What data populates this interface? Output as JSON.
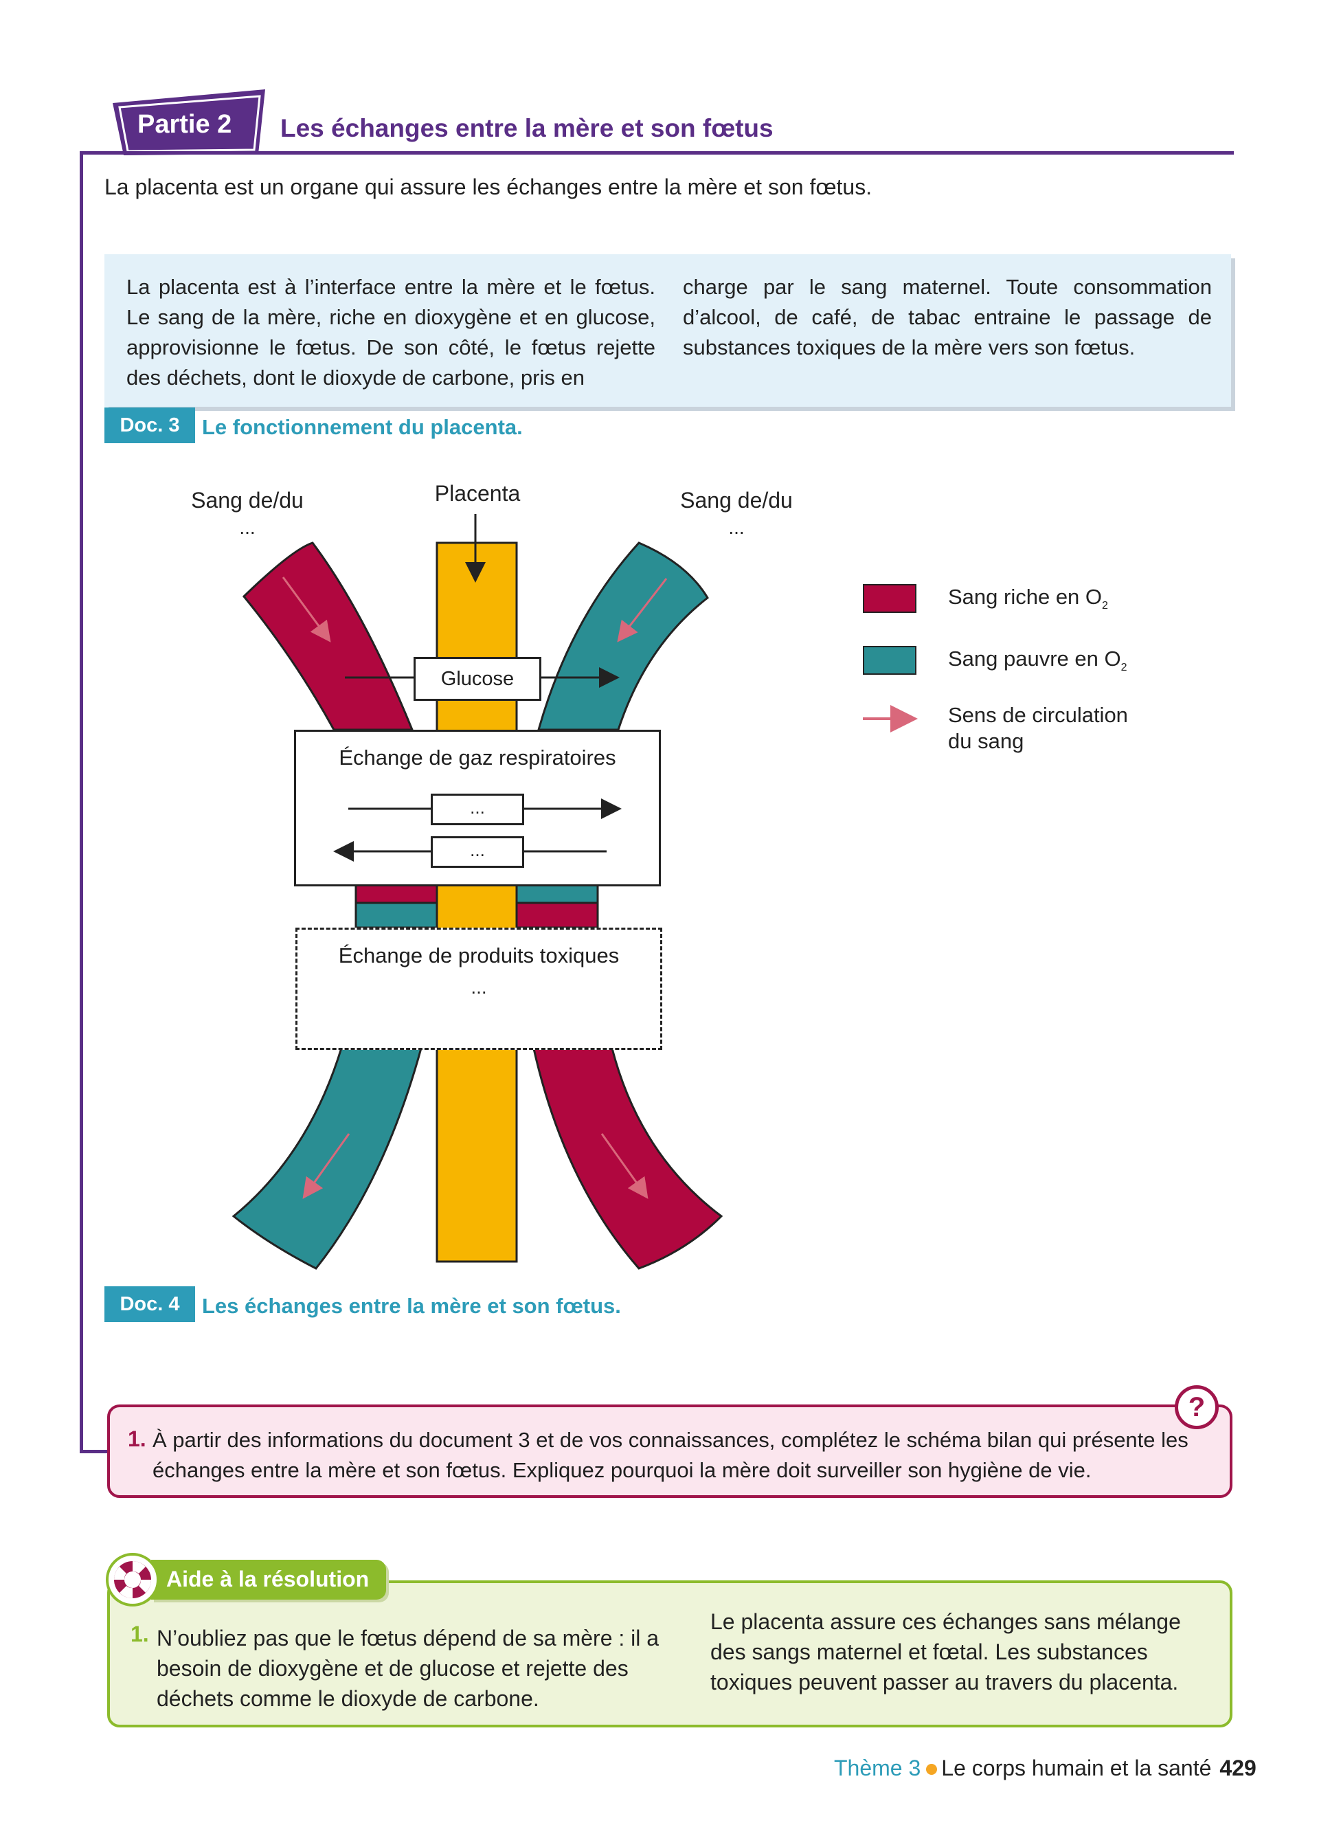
{
  "header": {
    "part_label": "Partie 2",
    "title": "Les échanges entre la mère et son fœtus"
  },
  "intro": "La placenta est un organe qui assure les échanges entre la mère et son fœtus.",
  "info_box": {
    "col1": "La placenta est à l’interface entre la mère et le fœtus. Le sang de la mère, riche en dioxygène et en glucose, approvisionne le fœtus. De son côté, le fœtus rejette des déchets, dont le dioxyde de carbone, pris en",
    "col2": "charge par le sang maternel. Toute consommation d’alcool, de café, de tabac entraine le passage de substances toxiques de la mère vers son fœtus."
  },
  "doc3": {
    "badge": "Doc. 3",
    "title": "Le fonctionnement du placenta."
  },
  "diagram": {
    "left_label": "Sang de/du",
    "left_dots": "...",
    "center_label": "Placenta",
    "right_label": "Sang de/du",
    "right_dots": "...",
    "glucose": "Glucose",
    "gaz_title": "Échange de gaz respiratoires",
    "gaz_blank1": "...",
    "gaz_blank2": "...",
    "tox_title": "Échange de produits toxiques",
    "tox_dots": "...",
    "colors": {
      "rich": "#b0073f",
      "poor": "#2a8e93",
      "placenta": "#f7b500",
      "arrow": "#d9687b"
    }
  },
  "legend": {
    "rich": "Sang riche en O",
    "rich_sub": "2",
    "poor": "Sang pauvre en O",
    "poor_sub": "2",
    "flow_line1": "Sens de circulation",
    "flow_line2": "du sang"
  },
  "doc4": {
    "badge": "Doc. 4",
    "title": "Les échanges entre la mère et son fœtus."
  },
  "question": {
    "number": "1.",
    "text": "À partir des informations du document 3 et de vos connaissances, complétez le schéma bilan qui présente les échanges entre la mère et son fœtus. Expliquez pourquoi la mère doit surveiller son hygiène de vie.",
    "icon": "?"
  },
  "help": {
    "title": "Aide à la résolution",
    "number": "1.",
    "col1": "N’oubliez pas que le fœtus dépend de sa mère : il a besoin de dioxygène et de glucose et rejette des déchets comme le dioxyde de carbone.",
    "col2": "Le placenta assure ces échanges sans mélange des sangs maternel et fœtal. Les substances toxiques peuvent passer au travers du placenta."
  },
  "footer": {
    "theme": "Thème 3",
    "subject": "Le corps humain et la santé",
    "page": "429"
  }
}
